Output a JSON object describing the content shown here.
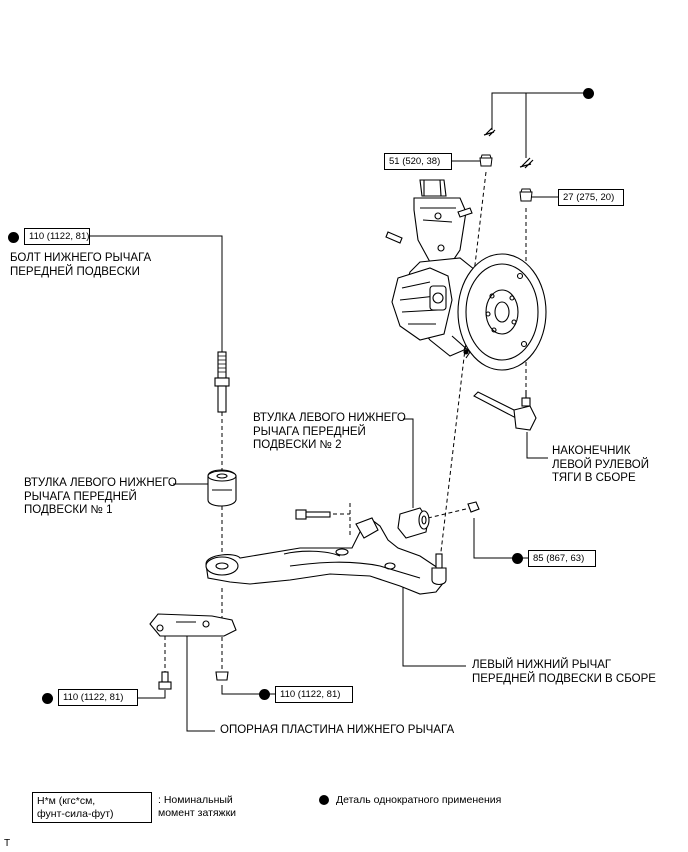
{
  "torques": {
    "lower_arm_bolt": "110 (1122, 81)",
    "knuckle_nut": "51 (520, 38)",
    "tie_rod_nut": "27 (275, 20)",
    "ball_joint_nut": "85 (867, 63)",
    "plate_bolt": "110 (1122, 81)",
    "bottom_nut": "110 (1122, 81)"
  },
  "labels": {
    "lower_arm_bolt_l1": "БОЛТ НИЖНЕГО РЫЧАГА",
    "lower_arm_bolt_l2": "ПЕРЕДНЕЙ ПОДВЕСКИ",
    "bushing1_l1": "ВТУЛКА ЛЕВОГО НИЖНЕГО",
    "bushing1_l2": "РЫЧАГА ПЕРЕДНЕЙ",
    "bushing1_l3": "ПОДВЕСКИ № 1",
    "bushing2_l1": "ВТУЛКА ЛЕВОГО НИЖНЕГО",
    "bushing2_l2": "РЫЧАГА ПЕРЕДНЕЙ",
    "bushing2_l3": "ПОДВЕСКИ № 2",
    "tie_rod_l1": "НАКОНЕЧНИК",
    "tie_rod_l2": "ЛЕВОЙ РУЛЕВОЙ",
    "tie_rod_l3": "ТЯГИ В СБОРЕ",
    "lower_arm_l1": "ЛЕВЫЙ НИЖНИЙ РЫЧАГ",
    "lower_arm_l2": "ПЕРЕДНЕЙ ПОДВЕСКИ В СБОРЕ",
    "support_plate": "ОПОРНАЯ ПЛАСТИНА НИЖНЕГО РЫЧАГА"
  },
  "legend": {
    "units_l1": "Н*м (кгс*см,",
    "units_l2": "фунт-сила-фут)",
    "torque_l1": ": Номинальный",
    "torque_l2": "момент затяжки",
    "single_use": "Деталь однократного применения"
  },
  "footer": {
    "mark": "T"
  }
}
